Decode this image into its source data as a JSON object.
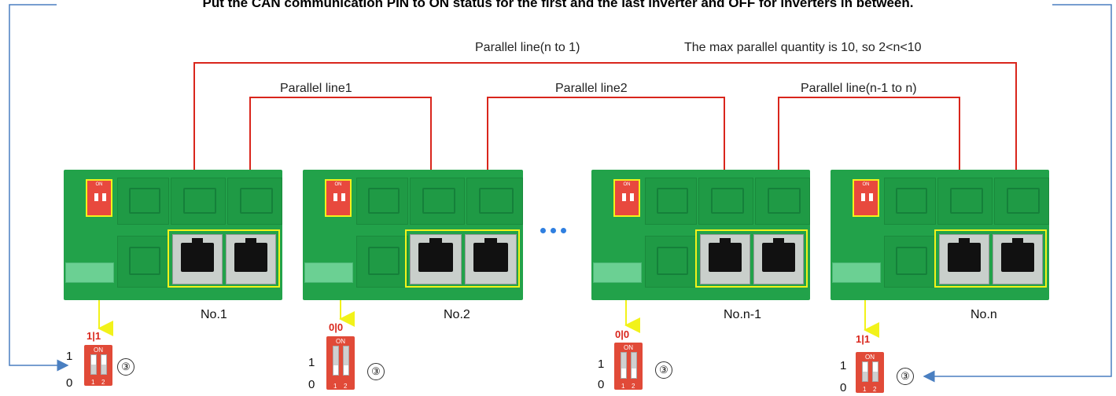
{
  "title": "Put the CAN communication PIN to ON status for the first and the last inverter and OFF for inverters in between.",
  "cables": {
    "line_n_to_1": "Parallel line(n to 1)",
    "max_note": "The max parallel quantity is 10, so 2<n<10",
    "line1": "Parallel line1",
    "line2": "Parallel line2",
    "line_n1_to_n": "Parallel line(n-1 to n)"
  },
  "units": [
    {
      "label": "No.1",
      "pin": "1|1"
    },
    {
      "label": "No.2",
      "pin": "0|0"
    },
    {
      "label": "No.n-1",
      "pin": "0|0"
    },
    {
      "label": "No.n",
      "pin": "1|1"
    }
  ],
  "switch": {
    "on_text": "ON",
    "level_high": "1",
    "level_low": "0",
    "pos1": "1",
    "pos2": "2",
    "ref": "③"
  },
  "ellipsis": "•••",
  "colors": {
    "board": "#22a24a",
    "cable": "#d9261c",
    "highlight": "#f2f21a",
    "dip": "#e14a38",
    "callout_arrow": "#4a7fc1",
    "ellipsis": "#2f7fe0"
  }
}
